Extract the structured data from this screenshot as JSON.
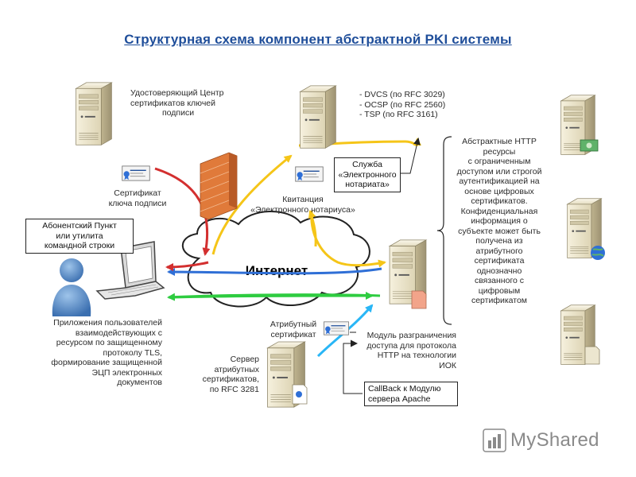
{
  "title": "Структурная схема компонент абстрактной PKI системы",
  "cloud_label": "Интернет",
  "labels": {
    "ca": [
      "Удостоверяющий Центр",
      "сертификатов ключей",
      "подписи"
    ],
    "ca_cert": [
      "Сертификат",
      "ключа подписи"
    ],
    "services": [
      "- DVCS (по RFC 3029)",
      "- OCSP (по RFC 2560)",
      "- TSP (по RFC 3161)"
    ],
    "notary_service": [
      "Служба",
      "«Электронного",
      "нотариата»"
    ],
    "receipt": [
      "Квитанция",
      "«Электронного нотариуса»"
    ],
    "subscriber": [
      "Абонентский Пункт",
      "или утилита",
      "командной строки"
    ],
    "user_apps": [
      "Приложения пользователей",
      "взаимодействующих с",
      "ресурсом по защищенному",
      "протоколу TLS,",
      "формирование защищенной",
      "ЭЦП электронных",
      "документов"
    ],
    "attr_cert": [
      "Атрибутный",
      "сертификат"
    ],
    "attr_server": [
      "Сервер",
      "атрибутных",
      "сертификатов,",
      "по RFC 3281"
    ],
    "module": [
      "Модуль разграничения",
      "доступа для протокола",
      "HTTP на технологии",
      "ИОК"
    ],
    "callback": [
      "CallBack к Модулю",
      "сервера Apache"
    ],
    "resources": [
      "Абстрактные HTTP",
      "ресурсы",
      "с ограниченным",
      "доступом или строгой",
      "аутентификацией на",
      "основе цифровых",
      "сертификатов.",
      "Конфиденциальная",
      "информация о",
      "субъекте может быть",
      "получена из",
      "атрибутного",
      "сертификата",
      "однозначно",
      "связанного с",
      "цифровым",
      "сертификатом"
    ]
  },
  "watermark": "MyShared",
  "colors": {
    "title": "#1f4e9a",
    "arrow_red": "#d32f2f",
    "arrow_yellow": "#f5c518",
    "arrow_blue": "#2f6fd6",
    "arrow_green": "#2ecc40",
    "arrow_cyan": "#29b6f6",
    "server_body": "#ece6cf",
    "server_side": "#b9ae8a",
    "firewall": "#e07a3a"
  },
  "icons": [
    "server-icon",
    "laptop-icon",
    "user-icon",
    "firewall-icon",
    "certificate-icon",
    "cloud-icon",
    "globe-icon",
    "money-icon",
    "document-icon",
    "myshared-logo-icon"
  ]
}
